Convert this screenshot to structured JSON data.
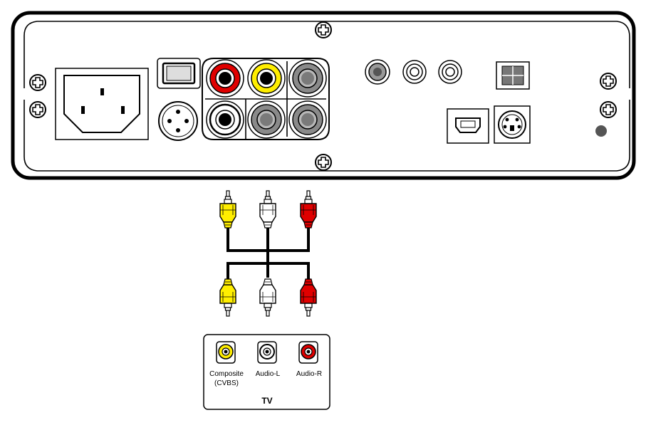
{
  "colors": {
    "yellow": "#ffee00",
    "red": "#e00000",
    "white": "#ffffff",
    "black": "#000000",
    "gray": "#8a8a8a"
  },
  "device": {
    "ports": [
      "power-inlet",
      "power-switch",
      "din-port",
      "rca-red",
      "rca-yellow",
      "rca-white",
      "rca-gray-1",
      "rca-gray-2",
      "rca-gray-3",
      "coax-1",
      "coax-2",
      "coax-3",
      "optical",
      "usb-b",
      "svideo",
      "led"
    ]
  },
  "cable": {
    "plugs": [
      "yellow",
      "white",
      "red"
    ]
  },
  "tv": {
    "title": "TV",
    "jacks": [
      {
        "line1": "Composite",
        "line2": "(CVBS)",
        "color": "yellow"
      },
      {
        "line1": "Audio-L",
        "line2": "",
        "color": "white"
      },
      {
        "line1": "Audio-R",
        "line2": "",
        "color": "red"
      }
    ]
  }
}
